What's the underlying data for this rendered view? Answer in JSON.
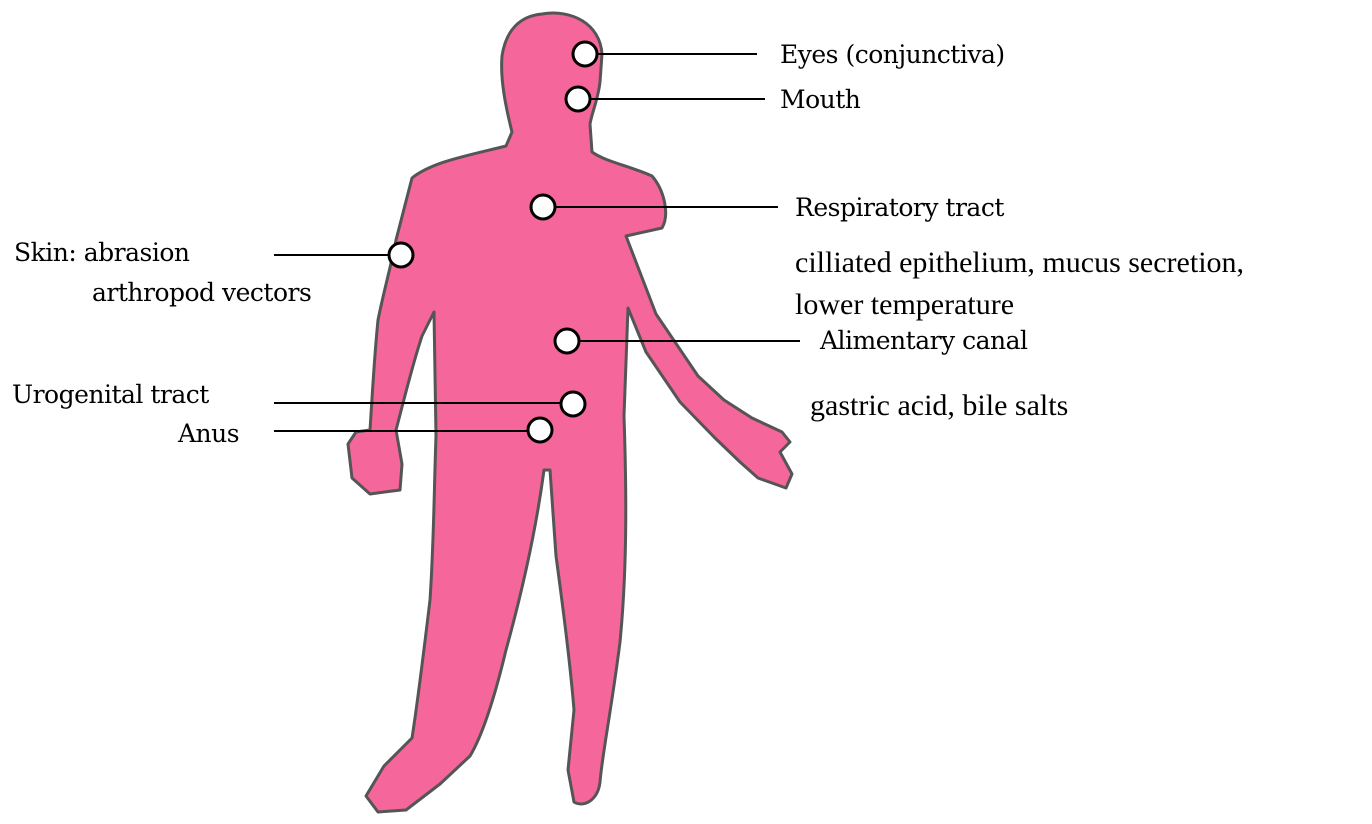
{
  "colors": {
    "body_fill": "#f5669a",
    "body_outline": "#555555",
    "marker_fill": "#ffffff",
    "line": "#000000"
  },
  "labels": {
    "eyes": "Eyes (conjunctiva)",
    "mouth": "Mouth",
    "respiratory": "Respiratory tract",
    "skin_line1": "Skin: abrasion",
    "skin_line2": "arthropod vectors",
    "alimentary": "Alimentary canal",
    "urogenital": "Urogenital tract",
    "anus": "Anus"
  },
  "notes": {
    "respiratory_line1": "cilliated epithelium, mucus secretion,",
    "respiratory_line2": "lower temperature",
    "alimentary": "gastric acid, bile salts"
  }
}
